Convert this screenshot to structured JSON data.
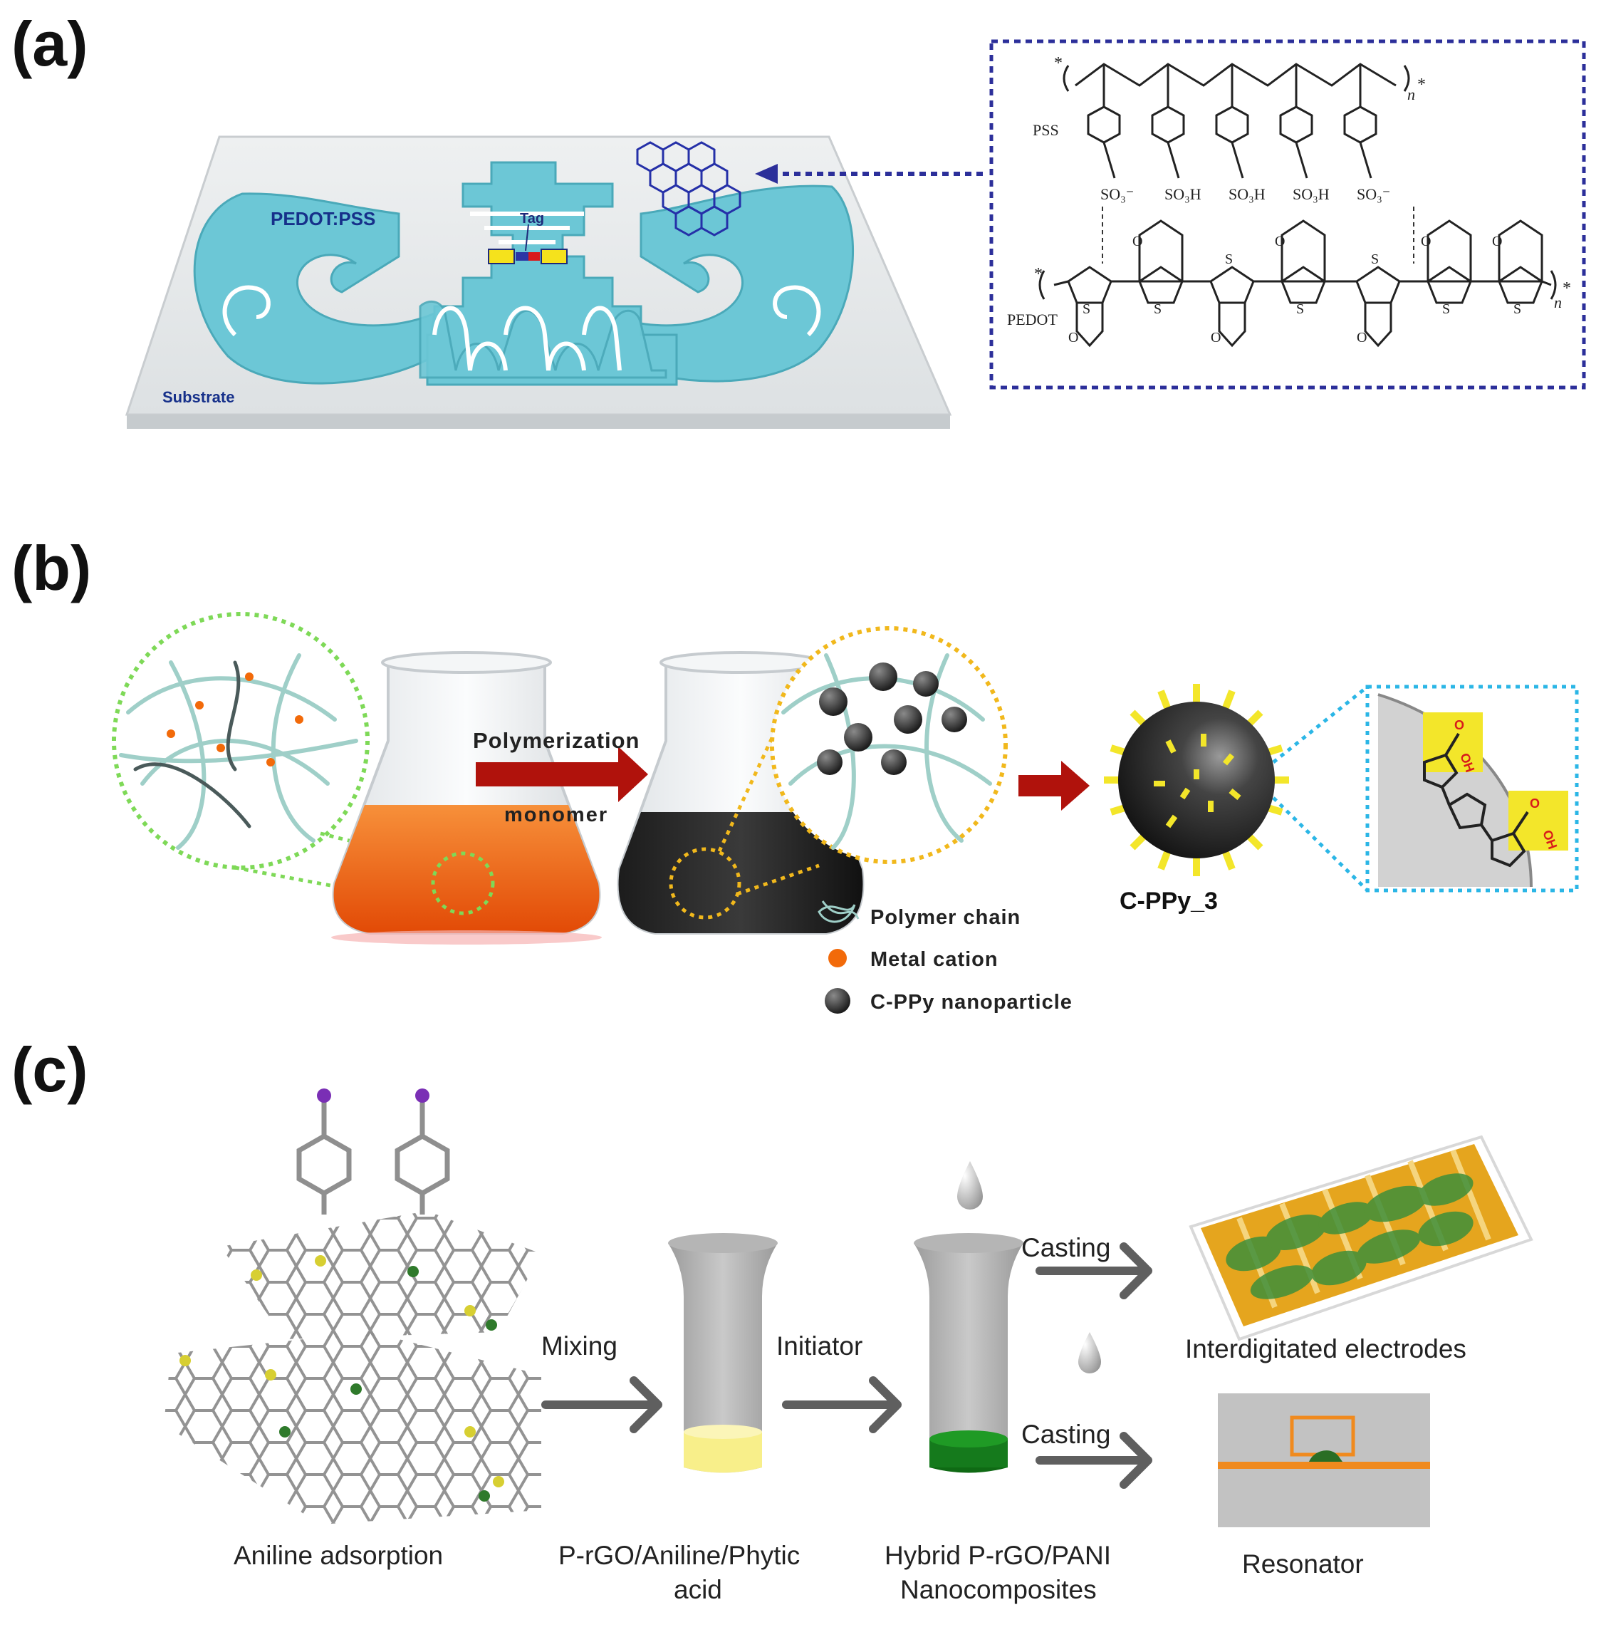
{
  "panel_a": {
    "label": "(a)",
    "pedot_pss_label": "PEDOT:PSS",
    "tag_label": "Tag",
    "substrate_label": "Substrate",
    "pss_label": "PSS",
    "pedot_label": "PEDOT",
    "so3_minus_1": "SO₃⁻",
    "so3h_1": "SO₃H",
    "so3h_2": "SO₃H",
    "so3h_3": "SO₃H",
    "so3_minus_2": "SO₃⁻",
    "repeat_n": "n",
    "star": "*",
    "s_atom": "S",
    "o_atom": "O"
  },
  "panel_b": {
    "label": "(b)",
    "arrow_top": "Polymerization",
    "arrow_bottom": "monomer",
    "product": "C-PPy_3",
    "legend": [
      {
        "label": "Polymer chain"
      },
      {
        "label": "Metal cation"
      },
      {
        "label": "C-PPy nanoparticle"
      }
    ],
    "cooh": "OH",
    "cooh_o": "O"
  },
  "panel_c": {
    "label": "(c)",
    "mixing": "Mixing",
    "initiator": "Initiator",
    "casting_top": "Casting",
    "casting_bottom": "Casting",
    "aniline": "Aniline adsorption",
    "vial1_line1": "P-rGO/Aniline/Phytic",
    "vial1_line2": "acid",
    "vial2_line1": "Hybrid P-rGO/PANI",
    "vial2_line2": "Nanocomposites",
    "ide": "Interdigitated electrodes",
    "resonator": "Resonator"
  },
  "colors": {
    "pedot_blue": "#6cc7d6",
    "dotted_navy": "#2c2f9a",
    "arrow_red": "#b0120c",
    "orange_liquid": "#f26a0a",
    "green_dots": "#7ed957",
    "yellow_dots": "#f1b81c",
    "cyan_dots": "#2bb6e6",
    "spike_yellow": "#f3e62a",
    "gray_arrow": "#5f5f5f",
    "yellow_liquid": "#f8ef8a",
    "green_liquid": "#0f6a14",
    "resonator_orange": "#f08a1e"
  }
}
